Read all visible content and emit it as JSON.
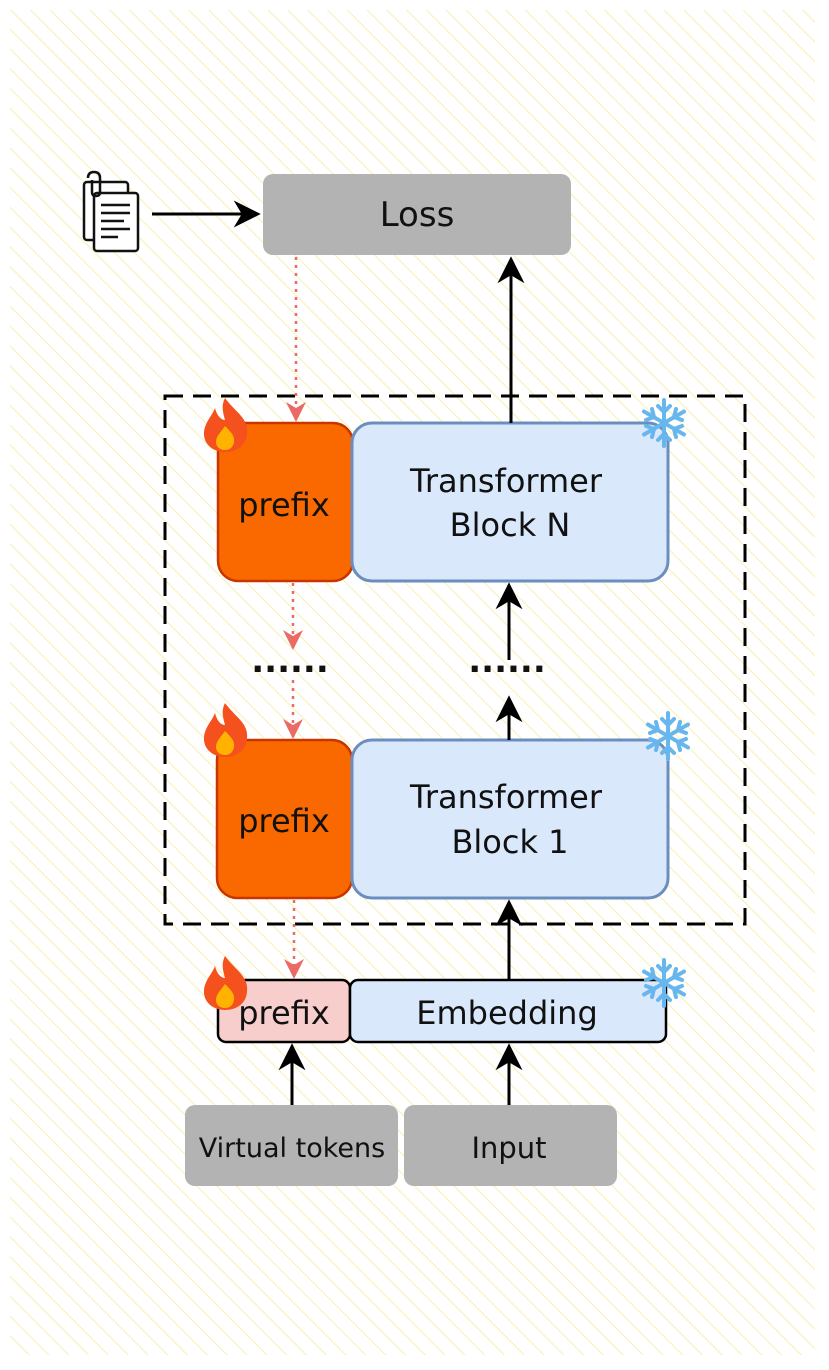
{
  "nodes": {
    "loss": "Loss",
    "prefix_top": "prefix",
    "transformer_top_line1": "Transformer",
    "transformer_top_line2": "Block N",
    "prefix_bottom": "prefix",
    "transformer_bottom_line1": "Transformer",
    "transformer_bottom_line2": "Block 1",
    "prefix_embedding": "prefix",
    "embedding": "Embedding",
    "virtual_tokens": "Virtual tokens",
    "input": "Input"
  },
  "ellipsis": {
    "left": "......",
    "right": "......"
  },
  "icons": {
    "document": "document-icon",
    "fire": "fire-icon",
    "snowflake": "snowflake-icon"
  },
  "colors": {
    "background_stripe": "#f9efb0",
    "gray_box": "#b3b3b3",
    "prefix_orange": "#fa6800",
    "prefix_orange_border": "#c73500",
    "transformer_fill": "#dae8fc",
    "transformer_border": "#6c8ebf",
    "prefix_pink": "#f8cecc",
    "gradient_arrow": "#ea6b66",
    "snowflake": "#67b7ee",
    "fire": "#f4511e"
  }
}
